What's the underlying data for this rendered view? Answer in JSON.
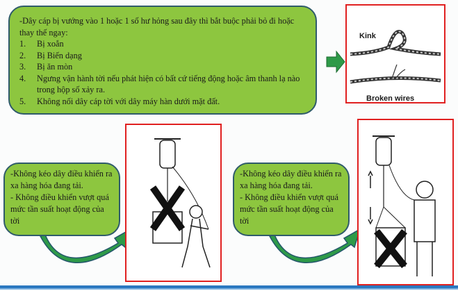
{
  "main_box": {
    "intro": "-Dây cáp bị vướng vào 1 hoặc 1 số hư hỏng sau đây thì bắt buộc phải bỏ đi hoặc thay thế ngay:",
    "items": [
      {
        "num": "1.",
        "text": "Bị xoắn"
      },
      {
        "num": "2.",
        "text": "Bị Biến dạng"
      },
      {
        "num": "3.",
        "text": "Bị ăn mòn"
      },
      {
        "num": "4.",
        "text": "Ngưng vận hành tời nếu phát hiện  có bất cứ tiếng động hoặc âm thanh lạ nào trong hộp số xảy ra."
      },
      {
        "num": "5.",
        "text": "Không nối dây cáp tời với dây máy hàn dưới mặt đất."
      }
    ]
  },
  "wire_image": {
    "kink_label": "Kink",
    "broken_label": "Broken wires"
  },
  "left_bubble": {
    "line1": "-Không kéo dây điều khiển ra xa hàng hóa đang tải.",
    "line2": "- Không điều khiển vượt quá mức tần suất hoạt động của tời"
  },
  "right_bubble": {
    "line1": "-Không kéo dây điều khiển ra xa hàng hóa đang tải.",
    "line2": "- Không điều khiển vượt quá mức tần suất hoạt động của tời"
  },
  "colors": {
    "bubble_fill": "#8dc63f",
    "bubble_border": "#2f5b6b",
    "frame": "#e02020",
    "arrow": "#2e9a48"
  }
}
